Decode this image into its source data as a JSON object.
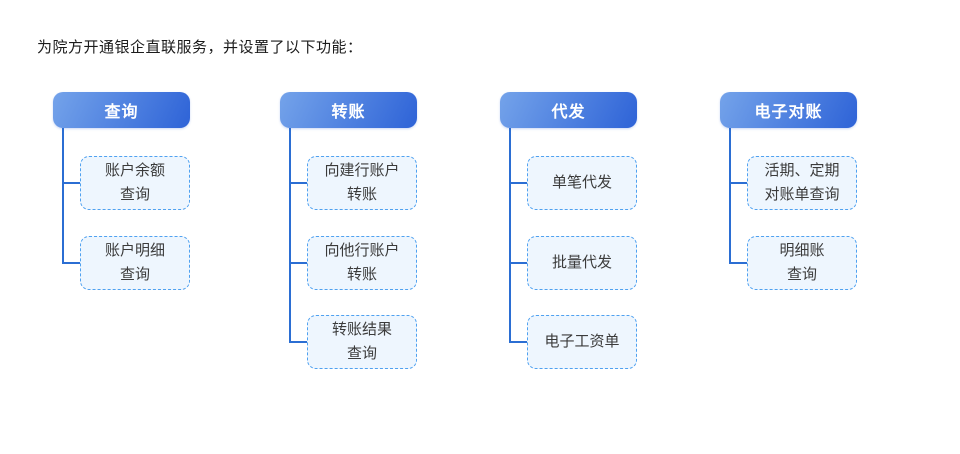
{
  "title": "为院方开通银企直联服务，并设置了以下功能：",
  "colors": {
    "header_grad_start": "#74a3ea",
    "header_grad_end": "#2e63d7",
    "header_text": "#ffffff",
    "connector": "#2b6ed3",
    "child_border": "#4fa1f0",
    "child_bg": "#eef6fe",
    "child_text": "#3b3b3b",
    "title_text": "#1b1b1b"
  },
  "columns": [
    {
      "header": "查询",
      "children": [
        {
          "lines": [
            "账户余额",
            "查询"
          ]
        },
        {
          "lines": [
            "账户明细",
            "查询"
          ]
        }
      ]
    },
    {
      "header": "转账",
      "children": [
        {
          "lines": [
            "向建行账户",
            "转账"
          ]
        },
        {
          "lines": [
            "向他行账户",
            "转账"
          ]
        },
        {
          "lines": [
            "转账结果",
            "查询"
          ]
        }
      ]
    },
    {
      "header": "代发",
      "children": [
        {
          "lines": [
            "单笔代发"
          ]
        },
        {
          "lines": [
            "批量代发"
          ]
        },
        {
          "lines": [
            "电子工资单"
          ]
        }
      ]
    },
    {
      "header": "电子对账",
      "children": [
        {
          "lines": [
            "活期、定期",
            "对账单查询"
          ]
        },
        {
          "lines": [
            "明细账",
            "查询"
          ]
        }
      ]
    }
  ]
}
